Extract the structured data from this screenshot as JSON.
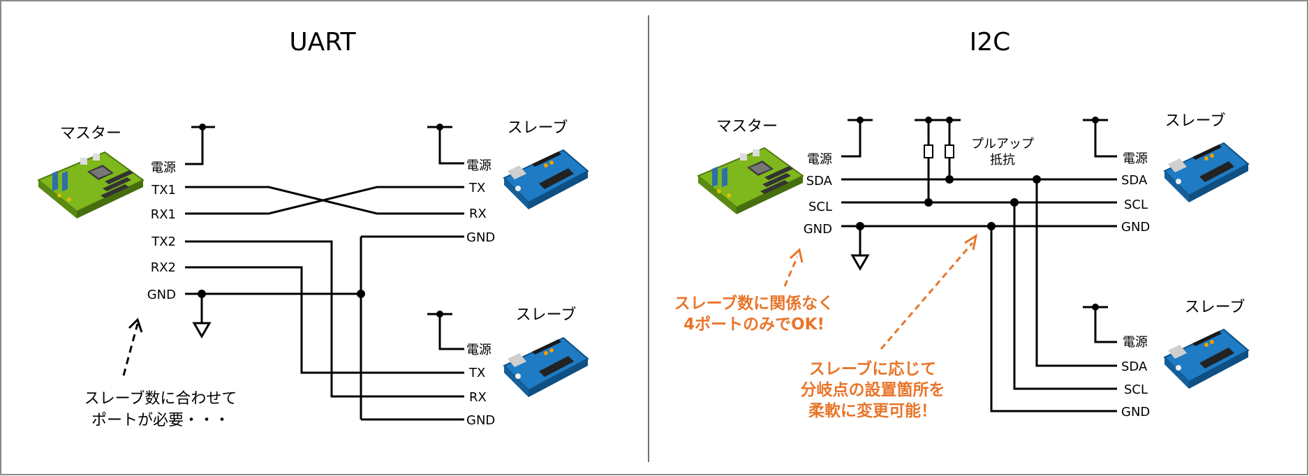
{
  "colors": {
    "accent": "#e8752a",
    "wire": "#000000",
    "frame": "#8a8a8a"
  },
  "uart": {
    "title": "UART",
    "master_label": "マスター",
    "master_pins": {
      "power": "電源",
      "tx1": "TX1",
      "rx1": "RX1",
      "tx2": "TX2",
      "rx2": "RX2",
      "gnd": "GND"
    },
    "slave1": {
      "label": "スレーブ",
      "power": "電源",
      "tx": "TX",
      "rx": "RX",
      "gnd": "GND"
    },
    "slave2": {
      "label": "スレーブ",
      "power": "電源",
      "tx": "TX",
      "rx": "RX",
      "gnd": "GND"
    },
    "note_line1": "スレーブ数に合わせて",
    "note_line2": "ポートが必要・・・"
  },
  "i2c": {
    "title": "I2C",
    "master_label": "マスター",
    "master_pins": {
      "power": "電源",
      "sda": "SDA",
      "scl": "SCL",
      "gnd": "GND"
    },
    "pullup_line1": "プルアップ",
    "pullup_line2": "抵抗",
    "slave1": {
      "label": "スレーブ",
      "power": "電源",
      "sda": "SDA",
      "scl": "SCL",
      "gnd": "GND"
    },
    "slave2": {
      "label": "スレーブ",
      "power": "電源",
      "sda": "SDA",
      "scl": "SCL",
      "gnd": "GND"
    },
    "callout1_line1": "スレーブ数に関係なく",
    "callout1_line2": "4ポートのみでOK!",
    "callout2_line1": "スレーブに応じて",
    "callout2_line2": "分岐点の設置箇所を",
    "callout2_line3": "柔軟に変更可能！"
  }
}
